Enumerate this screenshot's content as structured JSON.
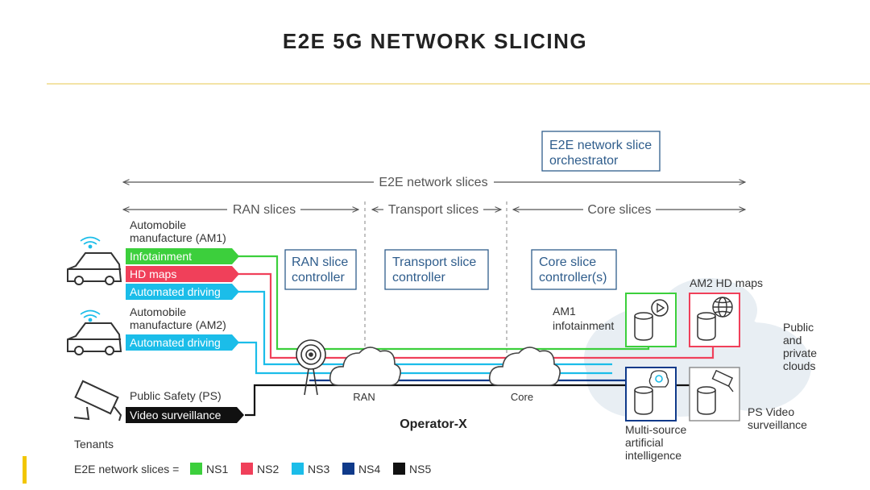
{
  "title": "E2E 5G NETWORK SLICING",
  "colors": {
    "ns1": "#3ccf3c",
    "ns2": "#f0405a",
    "ns3": "#1bbde9",
    "ns4": "#0f3a8a",
    "ns5": "#111111",
    "box_border": "#2f5d8c",
    "box_text": "#2f5d8c",
    "accent": "#f2c600"
  },
  "spans": {
    "e2e": "E2E network slices",
    "ran": "RAN slices",
    "transport": "Transport slices",
    "core": "Core slices"
  },
  "controllers": {
    "orchestrator": [
      "E2E network slice",
      "orchestrator"
    ],
    "ran": [
      "RAN slice",
      "controller"
    ],
    "transport": [
      "Transport slice",
      "controller"
    ],
    "core": [
      "Core slice",
      "controller(s)"
    ]
  },
  "tenants": {
    "am1": {
      "name": [
        "Automobile",
        "manufacture (AM1)"
      ],
      "slices": [
        {
          "label": "Infotainment",
          "slice": "ns1"
        },
        {
          "label": "HD maps",
          "slice": "ns2"
        },
        {
          "label": "Automated driving",
          "slice": "ns3"
        }
      ]
    },
    "am2": {
      "name": [
        "Automobile",
        "manufacture (AM2)"
      ],
      "slices": [
        {
          "label": "Automated driving",
          "slice": "ns3"
        }
      ]
    },
    "ps": {
      "name": "Public Safety (PS)",
      "slices": [
        {
          "label": "Video surveillance",
          "slice": "ns5"
        }
      ]
    },
    "caption": "Tenants"
  },
  "network": {
    "ran_label": "RAN",
    "core_label": "Core",
    "operator": "Operator-X"
  },
  "cloud": {
    "am1_info": [
      "AM1",
      "infotainment"
    ],
    "am2_hd": "AM2 HD maps",
    "public": [
      "Public",
      "and",
      "private",
      "clouds"
    ],
    "ai": [
      "Multi-source",
      "artificial",
      "intelligence"
    ],
    "ps_video": [
      "PS Video",
      "surveillance"
    ],
    "play_icon": "play-icon",
    "globe_icon": "globe-icon",
    "gear_icon": "gear-icon",
    "camera_icon": "camera-icon"
  },
  "legend": {
    "prefix": "E2E network slices =",
    "items": [
      {
        "label": "NS1",
        "slice": "ns1"
      },
      {
        "label": "NS2",
        "slice": "ns2"
      },
      {
        "label": "NS3",
        "slice": "ns3"
      },
      {
        "label": "NS4",
        "slice": "ns4"
      },
      {
        "label": "NS5",
        "slice": "ns5"
      }
    ]
  }
}
